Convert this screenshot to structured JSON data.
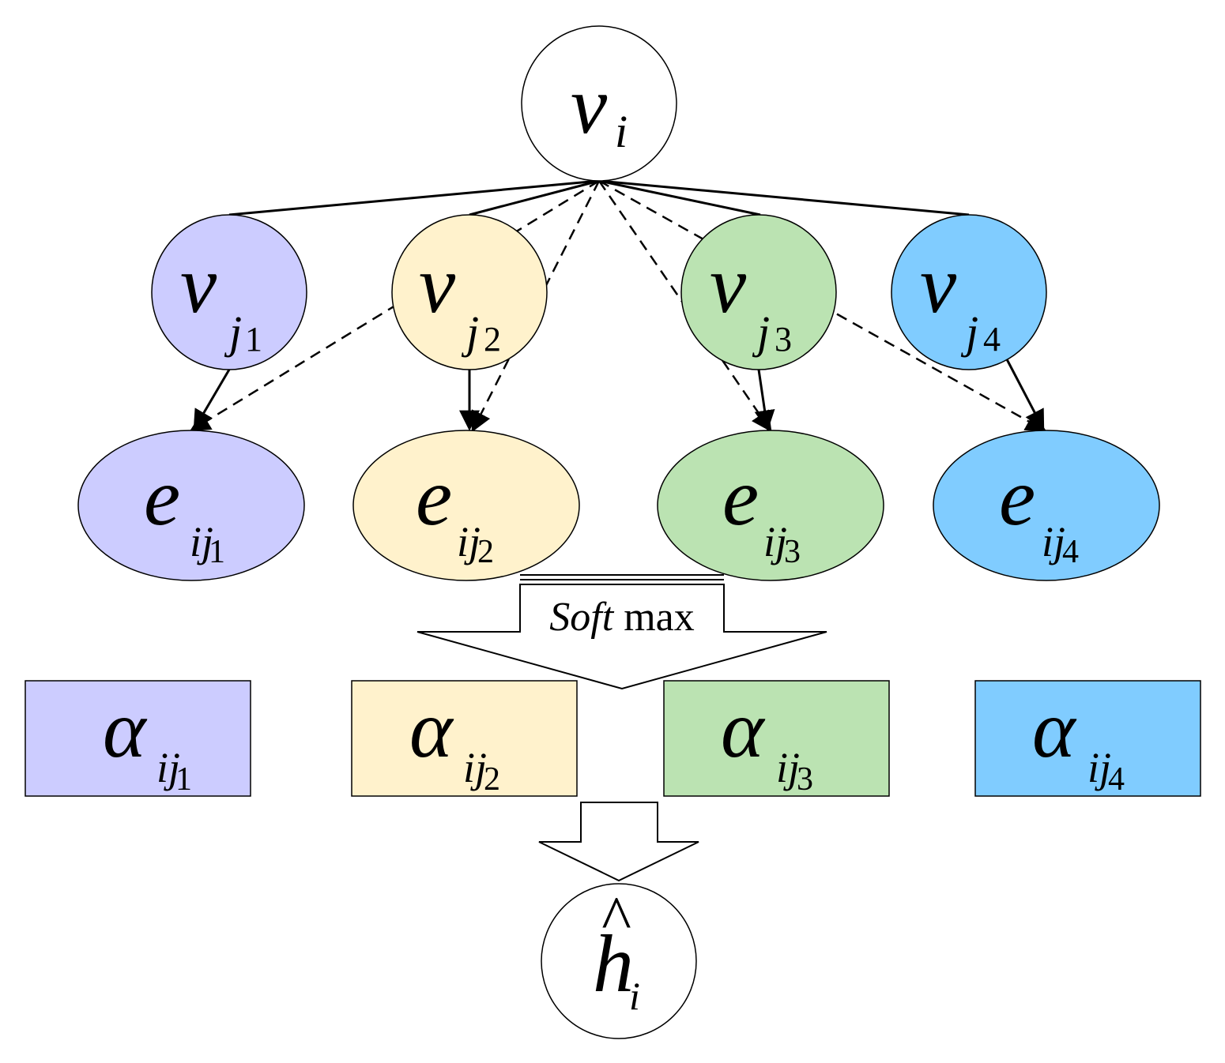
{
  "diagram": {
    "center_node": {
      "symbol": "v",
      "sub": "i"
    },
    "neighbors": [
      {
        "v_symbol": "v",
        "v_sub": "j",
        "v_subsub": "1",
        "e_symbol": "e",
        "e_sub": "ij",
        "e_subsub": "1",
        "a_symbol": "α",
        "a_sub": "ij",
        "a_subsub": "1",
        "color": "#ccccff"
      },
      {
        "v_symbol": "v",
        "v_sub": "j",
        "v_subsub": "2",
        "e_symbol": "e",
        "e_sub": "ij",
        "e_subsub": "2",
        "a_symbol": "α",
        "a_sub": "ij",
        "a_subsub": "2",
        "color": "#fff2cc"
      },
      {
        "v_symbol": "v",
        "v_sub": "j",
        "v_subsub": "3",
        "e_symbol": "e",
        "e_sub": "ij",
        "e_subsub": "3",
        "a_symbol": "α",
        "a_sub": "ij",
        "a_subsub": "3",
        "color": "#bbe3b2"
      },
      {
        "v_symbol": "v",
        "v_sub": "j",
        "v_subsub": "4",
        "e_symbol": "e",
        "e_sub": "ij",
        "e_subsub": "4",
        "a_symbol": "α",
        "a_sub": "ij",
        "a_subsub": "4",
        "color": "#80ccff"
      }
    ],
    "softmax": {
      "italic": "Soft",
      "rest": " max"
    },
    "output_node": {
      "hat": "^",
      "symbol": "h",
      "sub": "i"
    }
  }
}
